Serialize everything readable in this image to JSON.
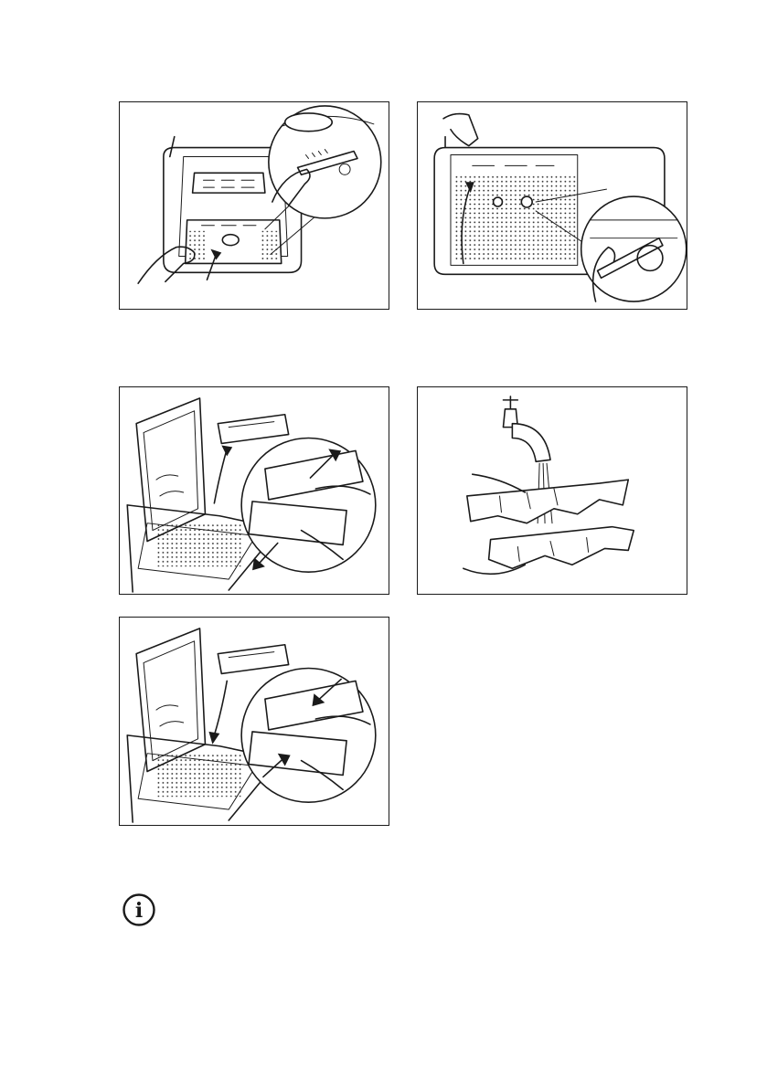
{
  "figures": [
    {
      "id": "clean-pump-filter",
      "icon": "pump-filter-cleaning-illustration"
    },
    {
      "id": "clean-drum-holes",
      "icon": "drum-cleaning-illustration"
    },
    {
      "id": "remove-spray-arm",
      "icon": "remove-filter-illustration"
    },
    {
      "id": "rinse-under-tap",
      "icon": "rinse-tap-illustration"
    },
    {
      "id": "refit-spray-arm",
      "icon": "refit-filter-illustration"
    }
  ],
  "info_icon": {
    "glyph": "i",
    "icon": "info-icon"
  }
}
